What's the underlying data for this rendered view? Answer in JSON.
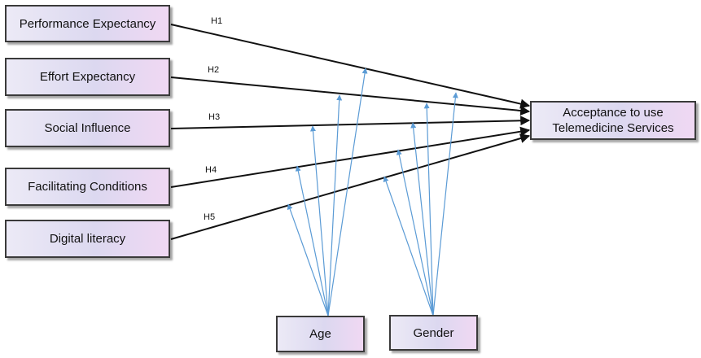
{
  "constructs": [
    {
      "id": "pe",
      "label": "Performance Expectancy"
    },
    {
      "id": "ee",
      "label": "Effort Expectancy"
    },
    {
      "id": "si",
      "label": "Social Influence"
    },
    {
      "id": "fc",
      "label": "Facilitating Conditions"
    },
    {
      "id": "dl",
      "label": "Digital literacy"
    }
  ],
  "outcome": {
    "line1": "Acceptance to use",
    "line2": "Telemedicine Services"
  },
  "moderators": {
    "age": "Age",
    "gender": "Gender"
  },
  "hypotheses": [
    "H1",
    "H2",
    "H3",
    "H4",
    "H5"
  ],
  "colors": {
    "main_arrow": "#111111",
    "moderator_arrow": "#5b9bd5",
    "border": "#3a3a3a"
  }
}
